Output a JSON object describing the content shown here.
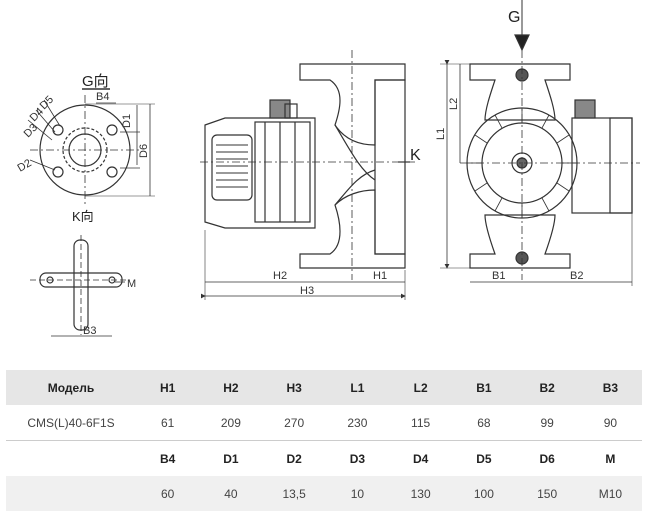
{
  "drawing": {
    "g_arrow_label": "G",
    "g_view_label": "G向",
    "k_view_label": "K向",
    "k_label": "K",
    "dim_labels": {
      "b4": "B4",
      "d1": "D1",
      "d2": "D2",
      "d3": "D3",
      "d4": "D4",
      "d5": "D5",
      "d6": "D6",
      "m": "M",
      "b3": "B3",
      "h1": "H1",
      "h2": "H2",
      "h3": "H3",
      "l1": "L1",
      "l2": "L2",
      "b1": "B1",
      "b2": "B2"
    }
  },
  "table": {
    "header1": [
      "Модель",
      "H1",
      "H2",
      "H3",
      "L1",
      "L2",
      "B1",
      "B2",
      "B3"
    ],
    "row1": [
      "CMS(L)40-6F1S",
      "61",
      "209",
      "270",
      "230",
      "115",
      "68",
      "99",
      "90"
    ],
    "header2": [
      "",
      "B4",
      "D1",
      "D2",
      "D3",
      "D4",
      "D5",
      "D6",
      "M"
    ],
    "row2": [
      "",
      "60",
      "40",
      "13,5",
      "10",
      "130",
      "100",
      "150",
      "M10"
    ]
  }
}
